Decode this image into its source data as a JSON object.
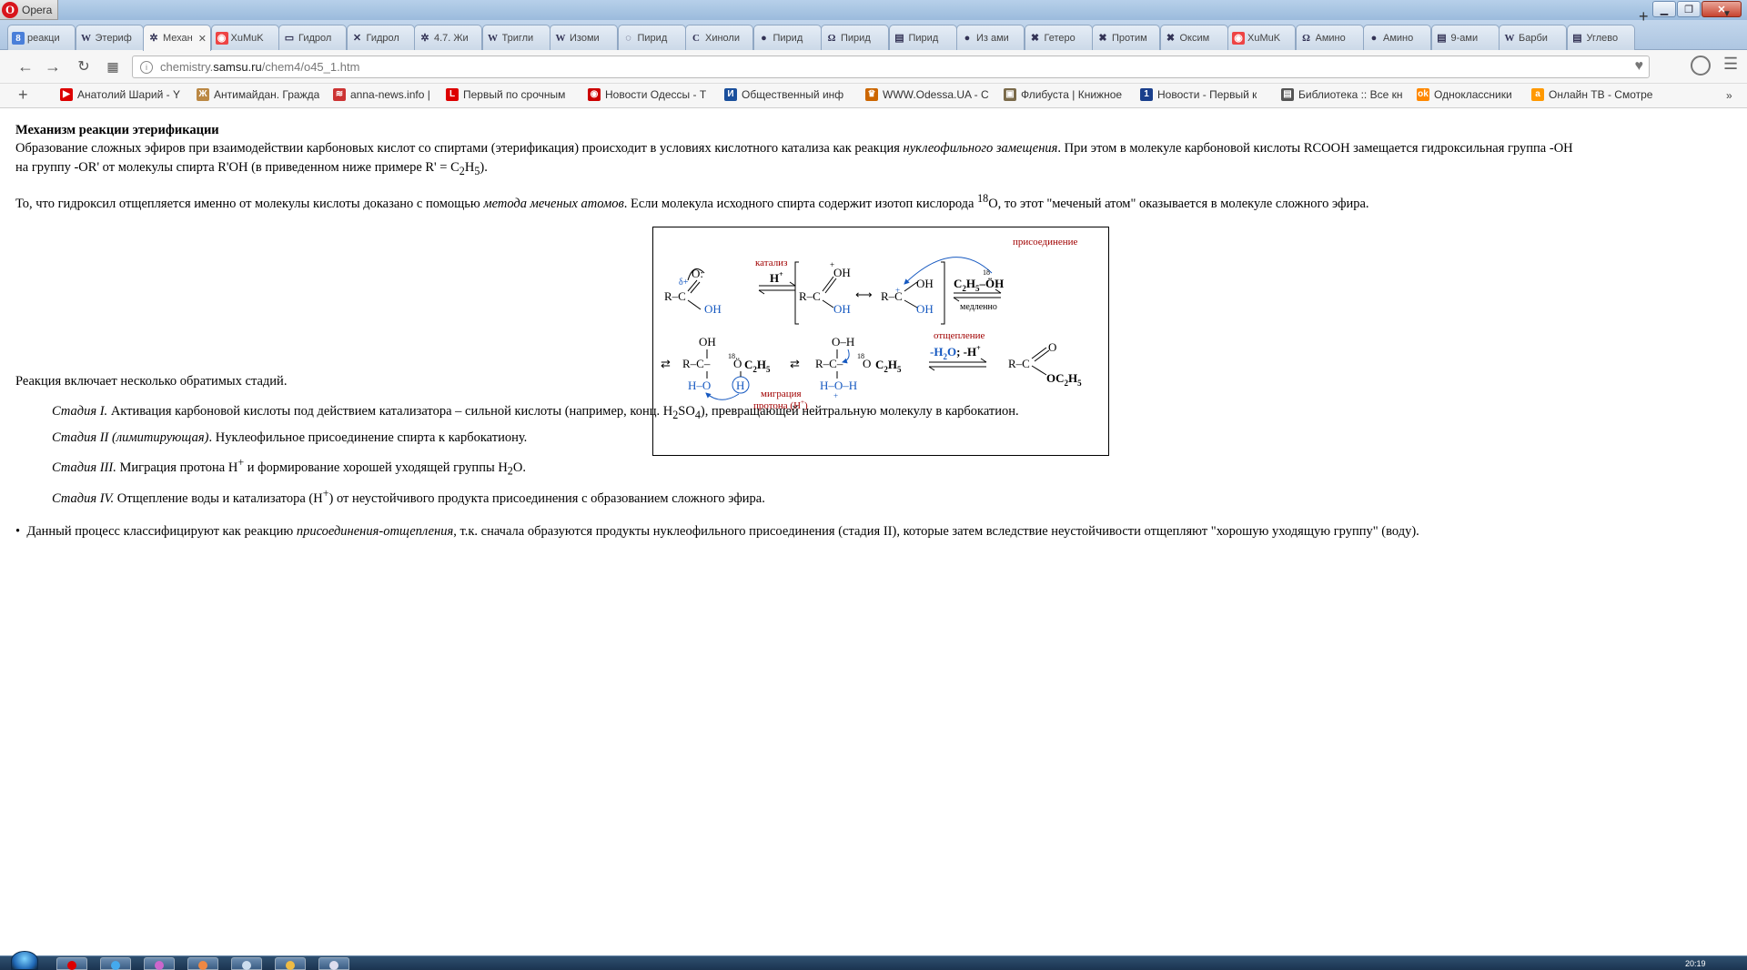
{
  "browser": {
    "name": "Opera"
  },
  "tabs": [
    {
      "label": "реакци",
      "icon": "g-icon",
      "color": "#4a7fd9",
      "glyph": "8"
    },
    {
      "label": "Этериф",
      "icon": "wikipedia-icon",
      "color": "#ffffff",
      "glyph": "W"
    },
    {
      "label": "Механ",
      "icon": "molecule-icon",
      "color": "#ffffff",
      "glyph": "✲",
      "active": true
    },
    {
      "label": "XuMuK",
      "icon": "xumuk-icon",
      "color": "#e44",
      "glyph": "◉"
    },
    {
      "label": "Гидрол",
      "icon": "screen-icon",
      "color": "#ffffff",
      "glyph": "▭"
    },
    {
      "label": "Гидрол",
      "icon": "cross-icon",
      "color": "#ffffff",
      "glyph": "✕"
    },
    {
      "label": "4.7. Жи",
      "icon": "molecule-icon",
      "color": "#ffffff",
      "glyph": "✲"
    },
    {
      "label": "Тригли",
      "icon": "wikipedia-icon",
      "color": "#ffffff",
      "glyph": "W"
    },
    {
      "label": "Изоми",
      "icon": "wikipedia-icon",
      "color": "#ffffff",
      "glyph": "W"
    },
    {
      "label": "Пирид",
      "icon": "loading-icon",
      "color": "#ffffff",
      "glyph": "◌"
    },
    {
      "label": "Хиноли",
      "icon": "loading-icon",
      "color": "#ffffff",
      "glyph": "C"
    },
    {
      "label": "Пирид",
      "icon": "flask-icon",
      "color": "#ffffff",
      "glyph": "●"
    },
    {
      "label": "Пирид",
      "icon": "omega-icon",
      "color": "#ffffff",
      "glyph": "Ω"
    },
    {
      "label": "Пирид",
      "icon": "page-icon",
      "color": "#ffffff",
      "glyph": "▤"
    },
    {
      "label": "Из ами",
      "icon": "leaf-icon",
      "color": "#ffffff",
      "glyph": "●"
    },
    {
      "label": "Гетеро",
      "icon": "cross-red-icon",
      "color": "#ffffff",
      "glyph": "✖"
    },
    {
      "label": "Протим",
      "icon": "cross-red-icon",
      "color": "#ffffff",
      "glyph": "✖"
    },
    {
      "label": "Оксим",
      "icon": "cross-red-icon",
      "color": "#ffffff",
      "glyph": "✖"
    },
    {
      "label": "XuMuK",
      "icon": "xumuk-icon",
      "color": "#e44",
      "glyph": "◉"
    },
    {
      "label": "Амино",
      "icon": "omega-icon",
      "color": "#ffffff",
      "glyph": "Ω"
    },
    {
      "label": "Амино",
      "icon": "flask-icon",
      "color": "#ffffff",
      "glyph": "●"
    },
    {
      "label": "9-ами",
      "icon": "page-icon",
      "color": "#ffffff",
      "glyph": "▤"
    },
    {
      "label": "Барби",
      "icon": "wikipedia-icon",
      "color": "#ffffff",
      "glyph": "W"
    },
    {
      "label": "Углево",
      "icon": "page-icon",
      "color": "#ffffff",
      "glyph": "▤"
    }
  ],
  "address": {
    "url_prefix": "chemistry.",
    "url_domain": "samsu.ru",
    "url_path": "/chem4/o45_1.htm"
  },
  "bookmarks": [
    {
      "label": "Анатолий Шарий - Y",
      "color": "#d00",
      "glyph": "▶"
    },
    {
      "label": "Антимайдан. Гражда",
      "color": "#b84",
      "glyph": "Ж"
    },
    {
      "label": "anna-news.info |",
      "color": "#c33",
      "glyph": "≋"
    },
    {
      "label": "Первый по срочным",
      "color": "#d00",
      "glyph": "L"
    },
    {
      "label": "Новости Одессы - Т",
      "color": "#c00",
      "glyph": "◉"
    },
    {
      "label": "Общественный инф",
      "color": "#1a4f9c",
      "glyph": "И"
    },
    {
      "label": "WWW.Odessa.UA - C",
      "color": "#c60",
      "glyph": "♛"
    },
    {
      "label": "Флибуста | Книжное",
      "color": "#7a6a4a",
      "glyph": "▣"
    },
    {
      "label": "Новости - Первый к",
      "color": "#1a3f8c",
      "glyph": "1"
    },
    {
      "label": "Библиотека :: Все кн",
      "color": "#555",
      "glyph": "▤"
    },
    {
      "label": "Одноклассники",
      "color": "#f80",
      "glyph": "ok"
    },
    {
      "label": "Онлайн ТВ - Смотре",
      "color": "#f90",
      "glyph": "a"
    }
  ],
  "article": {
    "heading": "Механизм реакции этерификации",
    "p1_a": "Образование сложных эфиров при взаимодействии карбоновых кислот со спиртами (этерификация) происходит в условиях кислотного катализа как реакция ",
    "p1_em": "нуклеофильного замещения",
    "p1_b": ". При этом в молекуле карбоновой кислоты RCOOH замещается гидроксильная группа -OH",
    "p1_line2_a": "на группу -OR' от молекулы спирта R'OH (в приведенном ниже примере R' = C",
    "p1_line2_sub1": "2",
    "p1_line2_h": "H",
    "p1_line2_sub2": "5",
    "p1_line2_b": ").",
    "p2_a": "То, что гидроксил отщепляется именно от молекулы кислоты доказано с помощью ",
    "p2_em": "метода меченых атомов",
    "p2_b": ". Если молекула исходного спирта содержит изотоп кислорода ",
    "p2_sup": "18",
    "p2_c": "O, то этот \"меченый атом\" оказывается в молекуле сложного эфира.",
    "p3": "Реакция включает несколько обратимых стадий.",
    "stage1_em": "Стадия I.",
    "stage1_a": " Активация карбоновой кислоты под действием катализатора – сильной кислоты (например, конц. H",
    "stage1_sub1": "2",
    "stage1_so": "SO",
    "stage1_sub2": "4",
    "stage1_b": "), превращающей нейтральную молекулу в карбокатион.",
    "stage2_em": "Стадия II (лимитирующая)",
    "stage2_a": ". Нуклеофильное присоединение спирта к карбокатиону.",
    "stage3_em": "Стадия III.",
    "stage3_a": " Миграция протона H",
    "stage3_sup": "+",
    "stage3_b": " и формирование хорошей уходящей группы H",
    "stage3_sub": "2",
    "stage3_c": "O.",
    "stage4_em": "Стадия IV.",
    "stage4_a": " Отщепление воды и катализатора (H",
    "stage4_sup": "+",
    "stage4_b": ") от неустойчивого продукта присоединения с образованием сложного эфира.",
    "bullet_a": "Данный процесс классифицируют как реакцию ",
    "bullet_em": "присоединения-отщепления",
    "bullet_b": ", т.к. сначала образуются продукты нуклеофильного присоединения (стадия II), которые затем вследствие неустойчивости отщепляют \"хорошую уходящую группу\" (воду)."
  },
  "diagram": {
    "label_addition": "присоединение",
    "label_catalysis": "катализ",
    "label_slowly": "медленно",
    "label_elimination": "отщепление",
    "label_migration_1": "миграция",
    "label_migration_2": "протона (H",
    "label_migration_sup": "+",
    "label_migration_3": ")",
    "color_blue": "#1558c0",
    "color_red": "#a00000"
  },
  "taskbar": {
    "clock": "20:19"
  }
}
